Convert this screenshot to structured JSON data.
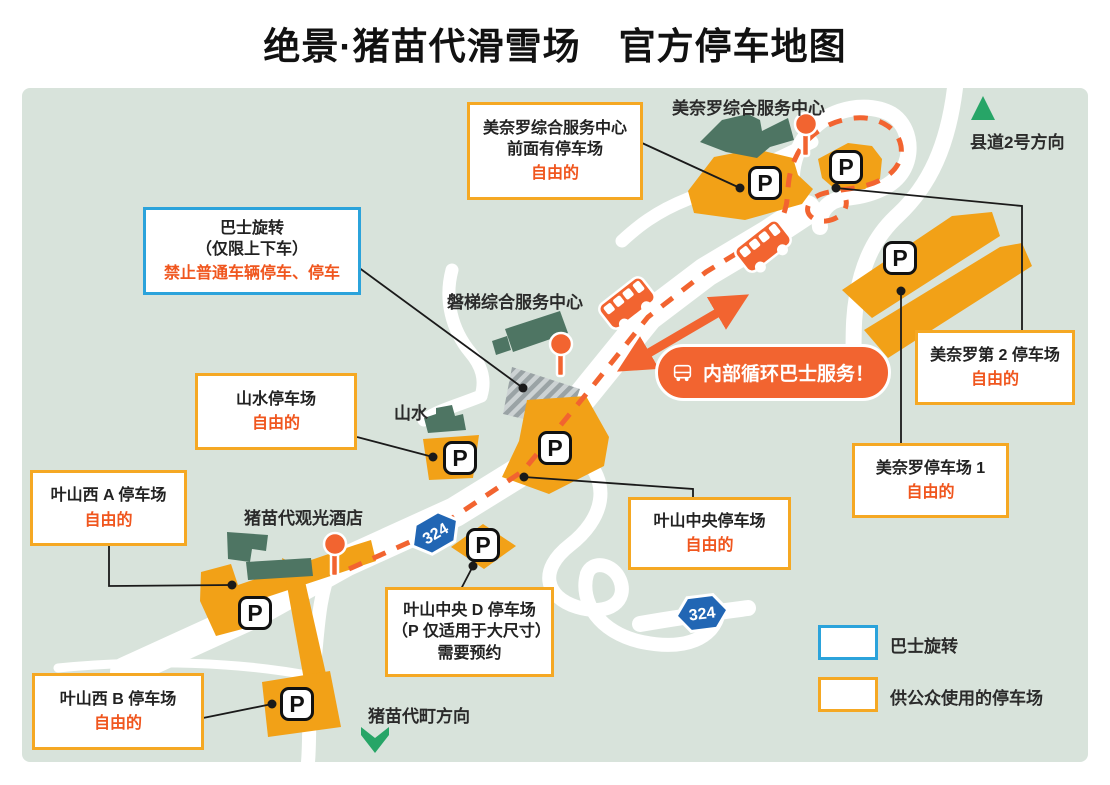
{
  "title": "绝景·猪苗代滑雪场　官方停车地图",
  "map_labels": {
    "minero_center": "美奈罗综合服务中心",
    "kendo2": "县道2号方向",
    "bandai_center": "磐梯综合服务中心",
    "sansui": "山水",
    "hotel": "猪苗代观光酒店",
    "inawashiro_town": "猪苗代町方向"
  },
  "callouts": {
    "minero_front": {
      "line1": "美奈罗综合服务中心",
      "line2": "前面有停车场",
      "note": "自由的"
    },
    "bus_rotary": {
      "line1": "巴士旋转",
      "line2": "（仅限上下车）",
      "note": "禁止普通车辆停车、停车"
    },
    "sansui": {
      "line1": "山水停车场",
      "note": "自由的"
    },
    "hayama_west_a": {
      "line1": "叶山西 A 停车场",
      "note": "自由的"
    },
    "hayama_central": {
      "line1": "叶山中央停车场",
      "note": "自由的"
    },
    "hayama_central_d": {
      "line1": "叶山中央 D 停车场",
      "line2": "（P 仅适用于大尺寸）",
      "line3": "需要预约"
    },
    "hayama_west_b": {
      "line1": "叶山西 B 停车场",
      "note": "自由的"
    },
    "minero_no2": {
      "line1": "美奈罗第 2 停车场",
      "note": "自由的"
    },
    "minero_no1": {
      "line1": "美奈罗停车场 1",
      "note": "自由的"
    }
  },
  "badge": {
    "label": "内部循环巴士服务！"
  },
  "legend": {
    "bus_rotary": "巴士旋转",
    "public_parking": "供公众使用的停车场"
  },
  "markers": {
    "parking": "P",
    "route_shield": "324"
  },
  "colors": {
    "map_background": "#d8e3db",
    "road": "#ffffff",
    "parking_orange": "#f2a117",
    "building_green": "#4e7563",
    "route_orange": "#f26430",
    "callout_border_orange": "#f5a823",
    "callout_border_blue": "#2ba3db",
    "accent_text_orange": "#f0561e",
    "shield_blue": "#2166b4",
    "direction_arrow_green": "#27a567"
  }
}
